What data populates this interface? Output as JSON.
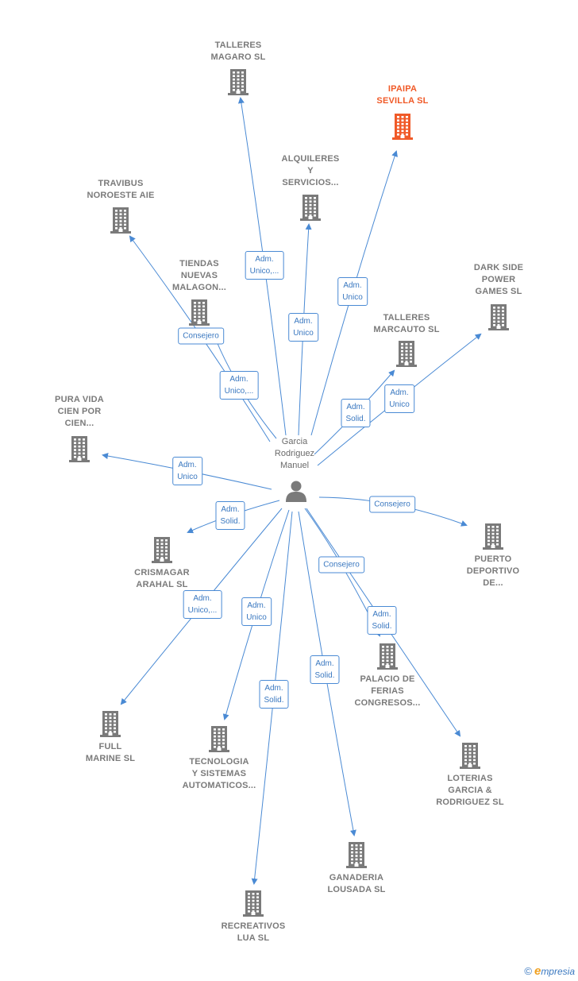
{
  "center": {
    "lines": [
      "Garcia",
      "Rodriguez",
      "Manuel"
    ]
  },
  "colors": {
    "edge": "#4a8ad4",
    "building": "#7a7a7a",
    "highlight": "#f05a28"
  },
  "companies": [
    {
      "id": "talleres-magaro",
      "lines": [
        "TALLERES",
        "MAGARO  SL"
      ],
      "highlight": false
    },
    {
      "id": "ipaipa-sevilla",
      "lines": [
        "IPAIPA",
        "SEVILLA  SL"
      ],
      "highlight": true
    },
    {
      "id": "alquileres",
      "lines": [
        "ALQUILERES",
        "Y",
        "SERVICIOS..."
      ],
      "highlight": false
    },
    {
      "id": "travibus",
      "lines": [
        "TRAVIBUS",
        "NOROESTE AIE"
      ],
      "highlight": false
    },
    {
      "id": "tiendas-nuevas",
      "lines": [
        "TIENDAS",
        "NUEVAS",
        "MALAGON..."
      ],
      "highlight": false
    },
    {
      "id": "dark-side",
      "lines": [
        "DARK SIDE",
        "POWER",
        "GAMES  SL"
      ],
      "highlight": false
    },
    {
      "id": "talleres-marcauto",
      "lines": [
        "TALLERES",
        "MARCAUTO SL"
      ],
      "highlight": false
    },
    {
      "id": "pura-vida",
      "lines": [
        "PURA VIDA",
        "CIEN POR",
        "CIEN..."
      ],
      "highlight": false
    },
    {
      "id": "crismagar",
      "lines": [
        "CRISMAGAR",
        "ARAHAL SL"
      ],
      "highlight": false
    },
    {
      "id": "puerto-deportivo",
      "lines": [
        "PUERTO",
        "DEPORTIVO",
        "DE..."
      ],
      "highlight": false
    },
    {
      "id": "palacio-ferias",
      "lines": [
        "PALACIO DE",
        "FERIAS",
        "CONGRESOS..."
      ],
      "highlight": false
    },
    {
      "id": "full-marine",
      "lines": [
        "FULL",
        "MARINE  SL"
      ],
      "highlight": false
    },
    {
      "id": "tecnologia",
      "lines": [
        "TECNOLOGIA",
        "Y SISTEMAS",
        "AUTOMATICOS..."
      ],
      "highlight": false
    },
    {
      "id": "loterias",
      "lines": [
        "LOTERIAS",
        "GARCIA &",
        "RODRIGUEZ SL"
      ],
      "highlight": false
    },
    {
      "id": "ganaderia",
      "lines": [
        "GANADERIA",
        "LOUSADA  SL"
      ],
      "highlight": false
    },
    {
      "id": "recreativos",
      "lines": [
        "RECREATIVOS",
        "LUA SL"
      ],
      "highlight": false
    }
  ],
  "relations": [
    {
      "target": "talleres-magaro",
      "lines": [
        "Adm.",
        "Unico,..."
      ]
    },
    {
      "target": "ipaipa-sevilla",
      "lines": [
        "Adm.",
        "Unico"
      ]
    },
    {
      "target": "alquileres",
      "lines": [
        "Adm.",
        "Unico"
      ]
    },
    {
      "target": "travibus",
      "lines": [
        "Consejero"
      ]
    },
    {
      "target": "tiendas-nuevas",
      "lines": [
        "Adm.",
        "Unico,..."
      ]
    },
    {
      "target": "dark-side",
      "lines": [
        "Adm.",
        "Unico"
      ]
    },
    {
      "target": "talleres-marcauto",
      "lines": [
        "Adm.",
        "Solid."
      ]
    },
    {
      "target": "pura-vida",
      "lines": [
        "Adm.",
        "Unico"
      ]
    },
    {
      "target": "crismagar",
      "lines": [
        "Adm.",
        "Solid."
      ]
    },
    {
      "target": "puerto-deportivo",
      "lines": [
        "Consejero"
      ]
    },
    {
      "target": "palacio-ferias",
      "lines": [
        "Consejero"
      ]
    },
    {
      "target": "full-marine",
      "lines": [
        "Adm.",
        "Unico,..."
      ]
    },
    {
      "target": "tecnologia",
      "lines": [
        "Adm.",
        "Unico"
      ]
    },
    {
      "target": "loterias",
      "lines": [
        "Adm.",
        "Solid."
      ]
    },
    {
      "target": "ganaderia",
      "lines": [
        "Adm.",
        "Solid."
      ]
    },
    {
      "target": "recreativos",
      "lines": [
        "Adm.",
        "Solid."
      ]
    }
  ],
  "footer": {
    "copyright": "©",
    "brand_initial": "e",
    "brand_rest": "mpresia"
  }
}
